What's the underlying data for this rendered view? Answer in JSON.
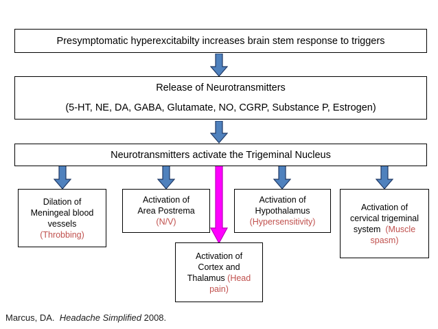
{
  "figure": {
    "title": "Migraine pathophysiology cascade flowchart",
    "colors": {
      "arrow_blue_fill": "#4F81BD",
      "arrow_blue_stroke": "#1F3864",
      "arrow_magenta_fill": "#FF00FF",
      "arrow_magenta_stroke": "#A000A0",
      "box_border": "#000000",
      "box_fill": "#FFFFFF",
      "text_primary": "#000000",
      "text_accent_red": "#C0504D",
      "cortex_box_border": "#000000"
    }
  },
  "nodes": {
    "top": {
      "id": "presymptomatic-hyperexcitability",
      "text": "Presymptomatic hyperexcitabilty increases brain stem response to triggers"
    },
    "release": {
      "id": "release-of-neurotransmitters",
      "line1": "Release of Neurotransmitters",
      "line2": "(5-HT, NE, DA, GABA, Glutamate, NO, CGRP, Substance P, Estrogen)"
    },
    "trigeminal": {
      "id": "trigeminal-nucleus-activation",
      "text": "Neurotransmitters activate the Trigeminal Nucleus"
    },
    "dilation": {
      "id": "dilation-meningeal-vessels",
      "line1": "Dilation of",
      "line2": "Meningeal blood",
      "line3": "vessels",
      "symptom": "(Throbbing)"
    },
    "postrema": {
      "id": "activation-area-postrema",
      "line1": "Activation of",
      "line2": "Area Postrema",
      "symptom": "(N/V)"
    },
    "hypothalamus": {
      "id": "activation-hypothalamus",
      "line1": "Activation of",
      "line2": "Hypothalamus",
      "symptom": "(Hypersensitivity)"
    },
    "cervical": {
      "id": "activation-cervical-trigeminal-system",
      "line1": "Activation of",
      "line2": "cervical trigeminal",
      "line3_prefix": "system",
      "symptom_part1": "(Muscle",
      "symptom_part2": "spasm)"
    },
    "cortex": {
      "id": "activation-cortex-thalamus",
      "line1": "Activation of",
      "line2": "Cortex and",
      "line3_prefix": "Thalamus",
      "symptom_part1": "(Head",
      "symptom_part2": "pain)"
    }
  },
  "arrows": [
    {
      "name": "arrow-top-to-release",
      "color": "blue",
      "from": "top",
      "to": "release"
    },
    {
      "name": "arrow-release-to-trigeminal",
      "color": "blue",
      "from": "release",
      "to": "trigeminal"
    },
    {
      "name": "arrow-trigeminal-to-dilation",
      "color": "blue",
      "from": "trigeminal",
      "to": "dilation"
    },
    {
      "name": "arrow-trigeminal-to-postrema",
      "color": "blue",
      "from": "trigeminal",
      "to": "postrema"
    },
    {
      "name": "arrow-trigeminal-to-cortex",
      "color": "magenta",
      "from": "trigeminal",
      "to": "cortex"
    },
    {
      "name": "arrow-trigeminal-to-hypothalamus",
      "color": "blue",
      "from": "trigeminal",
      "to": "hypothalamus"
    },
    {
      "name": "arrow-trigeminal-to-cervical",
      "color": "blue",
      "from": "trigeminal",
      "to": "cervical"
    }
  ],
  "citation": {
    "author": "Marcus, DA.",
    "work": "Headache Simplified",
    "year": "2008."
  }
}
